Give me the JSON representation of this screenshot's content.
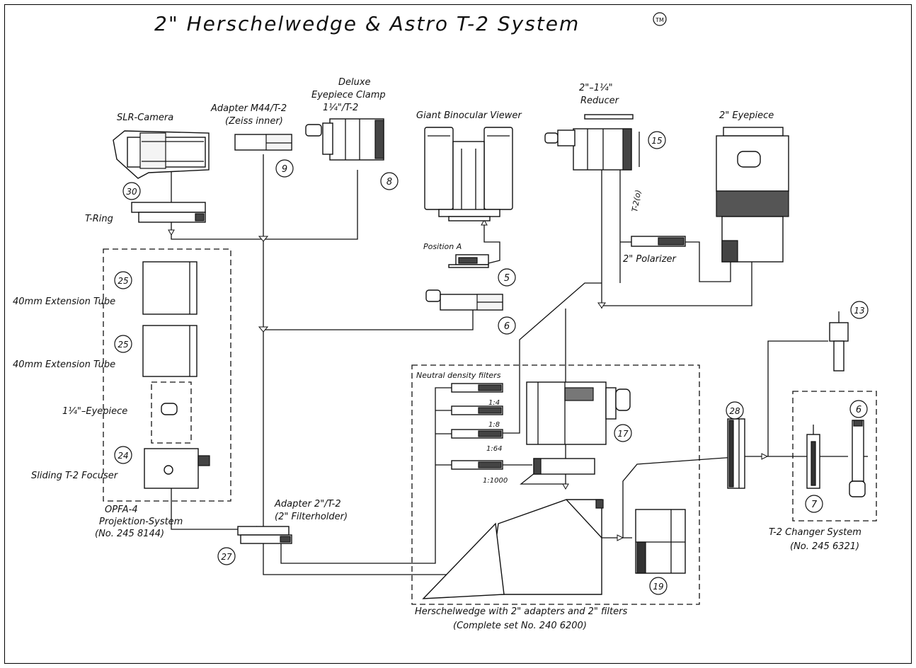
{
  "title": "2\" Herschelwedge & Astro T-2 System",
  "title_mark": "TM",
  "labels": {
    "slr_camera": "SLR-Camera",
    "adapter_m44_line1": "Adapter M44/T-2",
    "adapter_m44_line2": "(Zeiss inner)",
    "deluxe_line1": "Deluxe",
    "deluxe_line2": "Eyepiece Clamp",
    "deluxe_line3": "1¼\"/T-2",
    "binocular": "Giant Binocular Viewer",
    "reducer_line1": "2\"–1¼\"",
    "reducer_line2": "Reducer",
    "eyepiece_2": "2\" Eyepiece",
    "t_ring": "T-Ring",
    "position_a": "Position A",
    "polarizer": "2\" Polarizer",
    "t2_o": "T-2(o)",
    "ext_tube_1": "40mm Extension Tube",
    "ext_tube_2": "40mm Extension Tube",
    "eyepiece_125": "1¼\"–Eyepiece",
    "sliding_focuser": "Sliding T-2 Focuser",
    "opfa_line1": "OPFA-4",
    "opfa_line2": "Projektion-System",
    "opfa_line3": "(No. 245 8144)",
    "adapter_2_line1": "Adapter 2\"/T-2",
    "adapter_2_line2": "(2\" Filterholder)",
    "nd_filters": "Neutral density filters",
    "ratio_1": "1:4",
    "ratio_2": "1:8",
    "ratio_3": "1:64",
    "ratio_4": "1:1000",
    "changer_line1": "T-2 Changer System",
    "changer_line2": "(No. 245 6321)",
    "herschel_line1": "Herschelwedge with 2\" adapters and 2\" filters",
    "herschel_line2": "(Complete set No. 240 6200)"
  },
  "part_numbers": {
    "n30": "30",
    "n9": "9",
    "n8": "8",
    "n15": "15",
    "n5": "5",
    "n6a": "6",
    "n25a": "25",
    "n25b": "25",
    "n24": "24",
    "n27": "27",
    "n17": "17",
    "n19": "19",
    "n28": "28",
    "n13": "13",
    "n6b": "6",
    "n7": "7"
  }
}
